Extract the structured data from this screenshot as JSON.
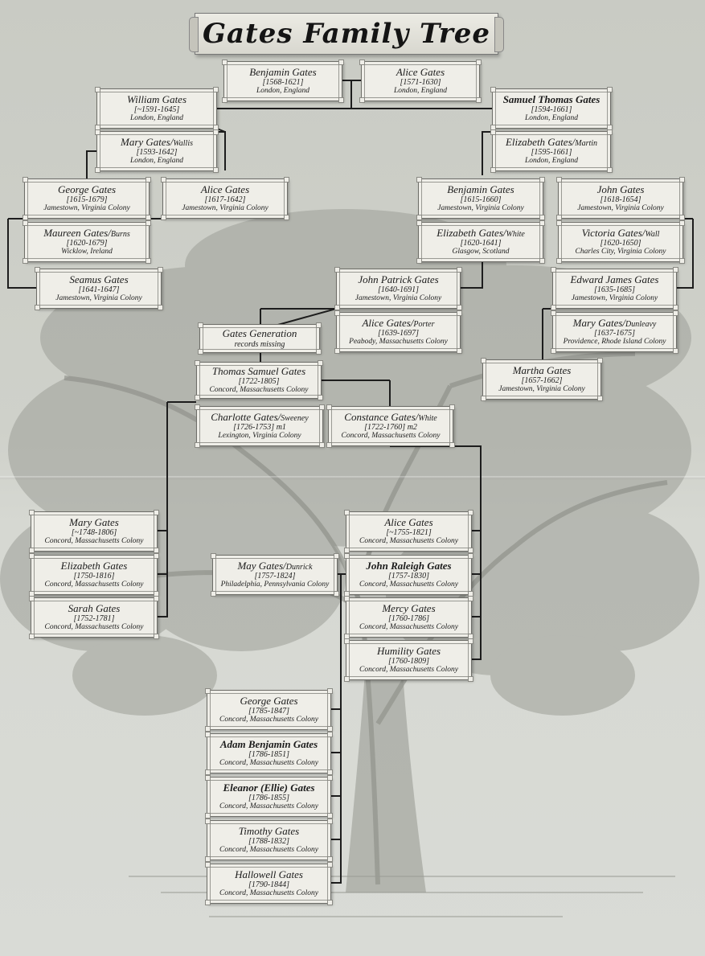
{
  "title": "Gates Family Tree",
  "people": [
    {
      "id": "benjamin-1568",
      "name": "Benjamin Gates",
      "maiden": "",
      "dates": "[1568-1621]",
      "place": "London, England",
      "bold": false
    },
    {
      "id": "alice-1571",
      "name": "Alice Gates",
      "maiden": "",
      "dates": "[1571-1630]",
      "place": "London, England",
      "bold": false
    },
    {
      "id": "william-1591",
      "name": "William Gates",
      "maiden": "",
      "dates": "[~1591-1645]",
      "place": "London, England",
      "bold": false
    },
    {
      "id": "mary-1593",
      "name": "Mary Gates/",
      "maiden": "Wallis",
      "dates": "[1593-1642]",
      "place": "London, England",
      "bold": false
    },
    {
      "id": "samuel-1594",
      "name": "Samuel Thomas Gates",
      "maiden": "",
      "dates": "[1594-1661]",
      "place": "London, England",
      "bold": true
    },
    {
      "id": "elizabeth-1595",
      "name": "Elizabeth Gates/",
      "maiden": "Martin",
      "dates": "[1595-1661]",
      "place": "London, England",
      "bold": false
    },
    {
      "id": "george-1615",
      "name": "George Gates",
      "maiden": "",
      "dates": "[1615-1679]",
      "place": "Jamestown, Virginia Colony",
      "bold": false
    },
    {
      "id": "alice-1617",
      "name": "Alice Gates",
      "maiden": "",
      "dates": "[1617-1642]",
      "place": "Jamestown, Virginia Colony",
      "bold": false
    },
    {
      "id": "benjamin-1615",
      "name": "Benjamin Gates",
      "maiden": "",
      "dates": "[1615-1660]",
      "place": "Jamestown, Virginia Colony",
      "bold": false
    },
    {
      "id": "john-1618",
      "name": "John Gates",
      "maiden": "",
      "dates": "[1618-1654]",
      "place": "Jamestown, Virginia Colony",
      "bold": false
    },
    {
      "id": "maureen-1620",
      "name": "Maureen Gates/",
      "maiden": "Burns",
      "dates": "[1620-1679]",
      "place": "Wicklow, Ireland",
      "bold": false
    },
    {
      "id": "elizabeth-1620",
      "name": "Elizabeth Gates/",
      "maiden": "White",
      "dates": "[1620-1641]",
      "place": "Glasgow, Scotland",
      "bold": false
    },
    {
      "id": "victoria-1620",
      "name": "Victoria Gates/",
      "maiden": "Wall",
      "dates": "[1620-1650]",
      "place": "Charles City, Virginia Colony",
      "bold": false
    },
    {
      "id": "seamus-1641",
      "name": "Seamus Gates",
      "maiden": "",
      "dates": "[1641-1647]",
      "place": "Jamestown, Virginia Colony",
      "bold": false
    },
    {
      "id": "johnpatrick-1640",
      "name": "John Patrick Gates",
      "maiden": "",
      "dates": "[1640-1691]",
      "place": "Jamestown, Virginia Colony",
      "bold": false
    },
    {
      "id": "edward-1635",
      "name": "Edward James Gates",
      "maiden": "",
      "dates": "[1635-1685]",
      "place": "Jamestown, Virginia Colony",
      "bold": false
    },
    {
      "id": "generation-missing",
      "name": "Gates Generation",
      "maiden": "",
      "dates": "records missing",
      "place": "",
      "bold": false
    },
    {
      "id": "alice-1639",
      "name": "Alice Gates/",
      "maiden": "Porter",
      "dates": "[1639-1697]",
      "place": "Peabody, Massachusetts Colony",
      "bold": false
    },
    {
      "id": "mary-1637",
      "name": "Mary Gates/",
      "maiden": "Dunleavy",
      "dates": "[1637-1675]",
      "place": "Providence, Rhode Island Colony",
      "bold": false
    },
    {
      "id": "thomas-1722",
      "name": "Thomas Samuel Gates",
      "maiden": "",
      "dates": "[1722-1805]",
      "place": "Concord, Massachusetts Colony",
      "bold": false
    },
    {
      "id": "martha-1657",
      "name": "Martha Gates",
      "maiden": "",
      "dates": "[1657-1662]",
      "place": "Jamestown, Virginia Colony",
      "bold": false
    },
    {
      "id": "charlotte-1726",
      "name": "Charlotte Gates/",
      "maiden": "Sweeney",
      "dates": "[1726-1753] m1",
      "place": "Lexington, Virginia Colony",
      "bold": false
    },
    {
      "id": "constance-1722",
      "name": "Constance Gates/",
      "maiden": "White",
      "dates": "[1722-1760] m2",
      "place": "Concord, Massachusetts Colony",
      "bold": false
    },
    {
      "id": "mary-1748",
      "name": "Mary Gates",
      "maiden": "",
      "dates": "[~1748-1806]",
      "place": "Concord, Massachusetts Colony",
      "bold": false
    },
    {
      "id": "alice-1755",
      "name": "Alice Gates",
      "maiden": "",
      "dates": "[~1755-1821]",
      "place": "Concord, Massachusetts Colony",
      "bold": false
    },
    {
      "id": "elizabeth-1750",
      "name": "Elizabeth Gates",
      "maiden": "",
      "dates": "[1750-1816]",
      "place": "Concord, Massachusetts Colony",
      "bold": false
    },
    {
      "id": "may-1757",
      "name": "May Gates/",
      "maiden": "Dunrick",
      "dates": "[1757-1824]",
      "place": "Philadelphia, Pennsylvania Colony",
      "bold": false
    },
    {
      "id": "johnraleigh-1757",
      "name": "John Raleigh Gates",
      "maiden": "",
      "dates": "[1757-1830]",
      "place": "Concord, Massachusetts Colony",
      "bold": true
    },
    {
      "id": "sarah-1752",
      "name": "Sarah Gates",
      "maiden": "",
      "dates": "[1752-1781]",
      "place": "Concord, Massachusetts Colony",
      "bold": false
    },
    {
      "id": "mercy-1760",
      "name": "Mercy Gates",
      "maiden": "",
      "dates": "[1760-1786]",
      "place": "Concord, Massachusetts Colony",
      "bold": false
    },
    {
      "id": "humility-1760",
      "name": "Humility Gates",
      "maiden": "",
      "dates": "[1760-1809]",
      "place": "Concord, Massachusetts Colony",
      "bold": false
    },
    {
      "id": "george-1785",
      "name": "George Gates",
      "maiden": "",
      "dates": "[1785-1847]",
      "place": "Concord, Massachusetts Colony",
      "bold": false
    },
    {
      "id": "adam-1786",
      "name": "Adam Benjamin Gates",
      "maiden": "",
      "dates": "[1786-1851]",
      "place": "Concord, Massachusetts Colony",
      "bold": true
    },
    {
      "id": "eleanor-1786",
      "name": "Eleanor (Ellie) Gates",
      "maiden": "",
      "dates": "[1786-1855]",
      "place": "Concord, Massachusetts Colony",
      "bold": true
    },
    {
      "id": "timothy-1788",
      "name": "Timothy Gates",
      "maiden": "",
      "dates": "[1788-1832]",
      "place": "Concord, Massachusetts Colony",
      "bold": false
    },
    {
      "id": "hallowell-1790",
      "name": "Hallowell Gates",
      "maiden": "",
      "dates": "[1790-1844]",
      "place": "Concord, Massachusetts Colony",
      "bold": false
    }
  ]
}
